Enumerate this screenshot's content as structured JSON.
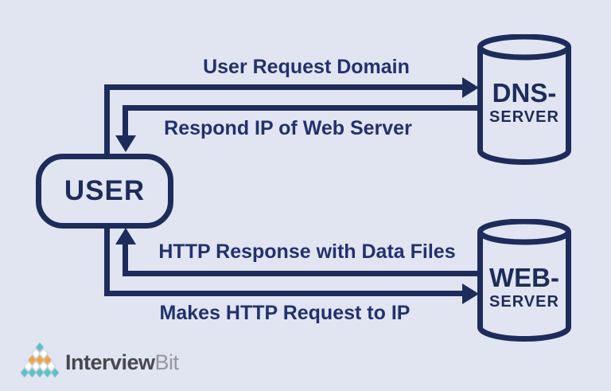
{
  "colors": {
    "bg": "#e1e5f2",
    "line": "#1d2c5b",
    "text": "#22316e"
  },
  "nodes": {
    "user": {
      "label": "USER"
    },
    "dns_server": {
      "title": "DNS-",
      "subtitle": "SERVER"
    },
    "web_server": {
      "title": "WEB-",
      "subtitle": "SERVER"
    }
  },
  "arrows": {
    "user_request": {
      "label": "User Request Domain",
      "from": "USER",
      "to": "DNS-SERVER"
    },
    "respond_ip": {
      "label": "Respond IP of Web Server",
      "from": "DNS-SERVER",
      "to": "USER"
    },
    "http_response": {
      "label": "HTTP Response with Data Files",
      "from": "WEB-SERVER",
      "to": "USER"
    },
    "http_request": {
      "label": "Makes HTTP Request to IP",
      "from": "USER",
      "to": "WEB-SERVER"
    }
  },
  "logo": {
    "brand_primary": "Interview",
    "brand_secondary": "Bit",
    "mark_stroke": "#c9ccd4",
    "mark_colors": {
      "teal": "#5ec1c9",
      "orange": "#f0a63e",
      "white": "#ffffff"
    },
    "mark_rows": [
      [
        "teal"
      ],
      [
        "white",
        "white"
      ],
      [
        "orange",
        "orange",
        "orange"
      ],
      [
        "white",
        "white",
        "white",
        "white"
      ],
      [
        "teal",
        "teal",
        "teal",
        "teal",
        "teal"
      ]
    ]
  }
}
